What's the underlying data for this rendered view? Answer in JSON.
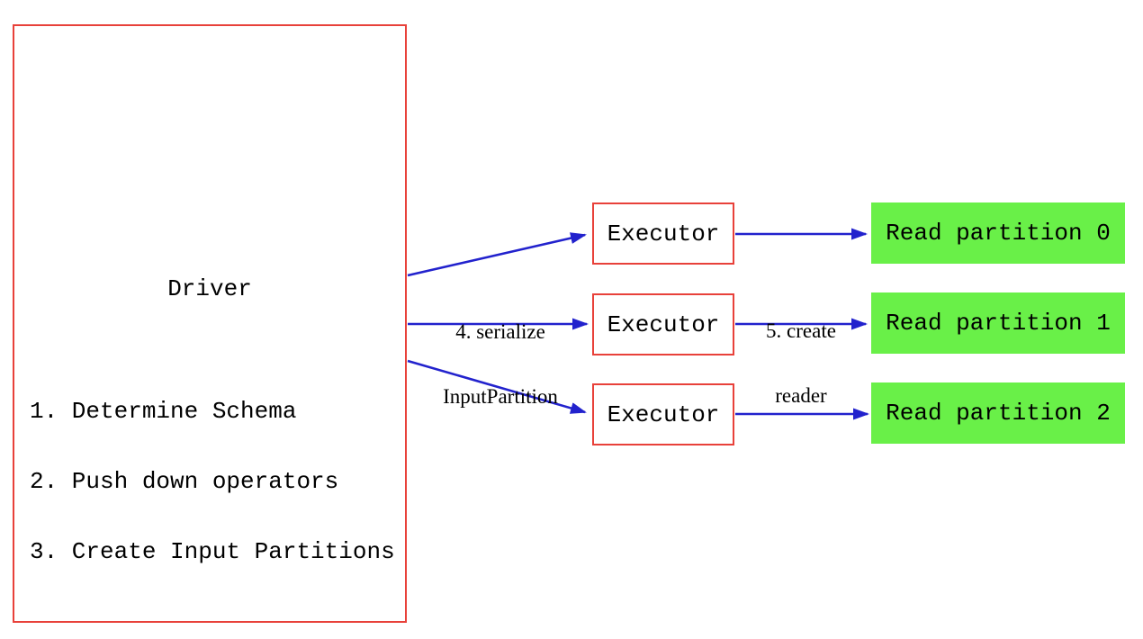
{
  "diagram": {
    "driver": {
      "title": "Driver",
      "steps": [
        "1. Determine Schema",
        "2. Push down operators",
        "3. Create Input Partitions"
      ]
    },
    "executors": [
      {
        "label": "Executor"
      },
      {
        "label": "Executor"
      },
      {
        "label": "Executor"
      }
    ],
    "partitions": [
      {
        "label": "Read partition 0"
      },
      {
        "label": "Read partition 1"
      },
      {
        "label": "Read partition 2"
      }
    ],
    "edge_labels": {
      "serialize": {
        "line1": "4. serialize",
        "line2": "InputPartition"
      },
      "create_reader": {
        "line1": "5. create",
        "line2": "reader"
      }
    },
    "colors": {
      "box_border": "#e8413a",
      "arrow": "#2222cd",
      "partition_fill": "#69f048",
      "text": "#000000",
      "background": "#ffffff"
    }
  }
}
